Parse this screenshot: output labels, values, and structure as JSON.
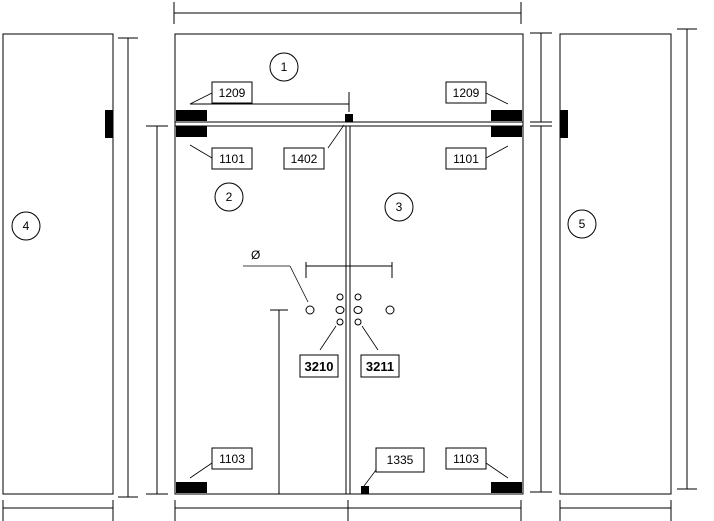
{
  "panels": [
    {
      "id": "top-panel",
      "number": "1"
    },
    {
      "id": "left-door",
      "number": "2"
    },
    {
      "id": "right-door",
      "number": "3"
    },
    {
      "id": "left-sidelight",
      "number": "4"
    },
    {
      "id": "right-sidelight",
      "number": "5"
    }
  ],
  "parts": {
    "top_left_patch": "1209",
    "top_right_patch": "1209",
    "upper_left_hinge": "1101",
    "upper_right_hinge": "1101",
    "center_lock": "1402",
    "bottom_left_patch": "1103",
    "bottom_right_patch": "1103",
    "floor_stop": "1335",
    "left_handle": "3210",
    "right_handle": "3211"
  },
  "symbols": {
    "diameter": "Ø"
  }
}
